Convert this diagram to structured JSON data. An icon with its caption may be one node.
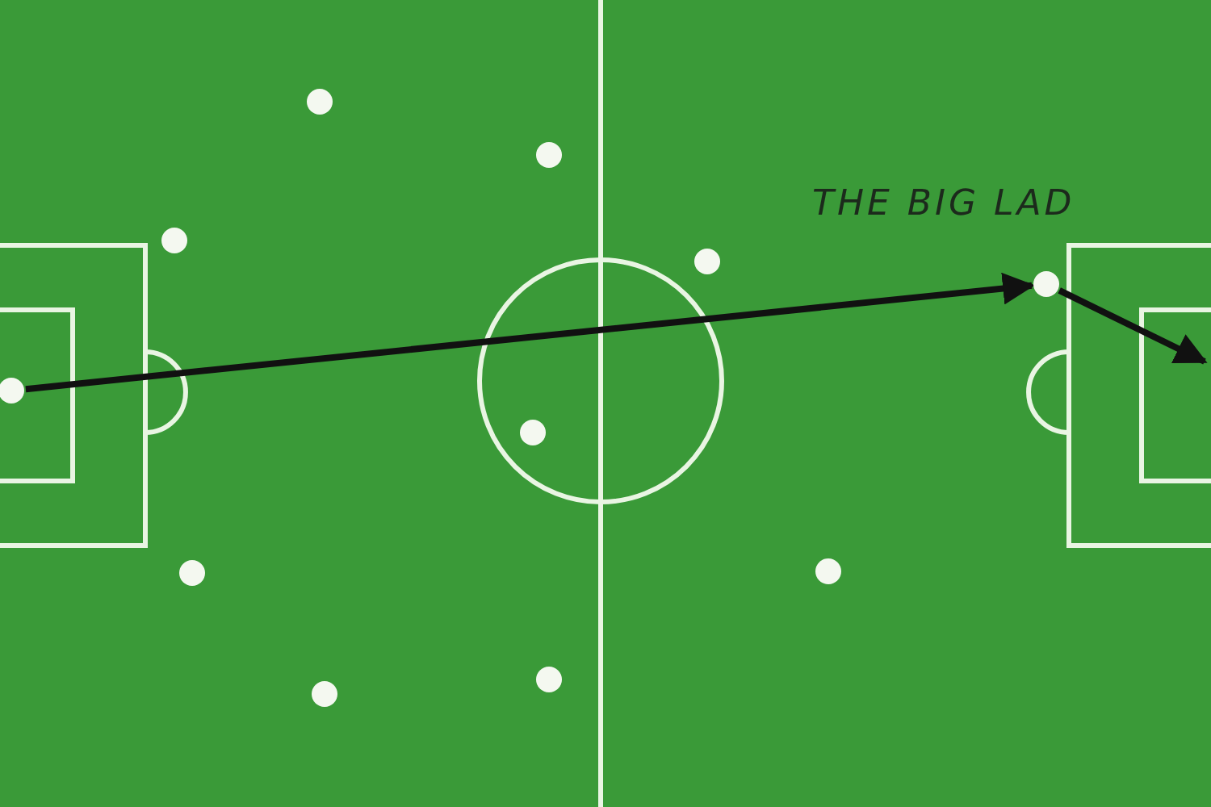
{
  "diagram": {
    "nodes": [
      {
        "text": [],
        "shape": "circle"
      },
      {
        "text": [],
        "shape": "circle"
      },
      {
        "text": [],
        "shape": "circle"
      },
      {
        "text": [],
        "shape": "circle"
      },
      {
        "text": [],
        "shape": "circle"
      },
      {
        "text": [],
        "shape": "circle"
      },
      {
        "text": [],
        "shape": "circle"
      },
      {
        "text": [],
        "shape": "circle"
      },
      {
        "text": [],
        "shape": "circle"
      },
      {
        "text": [],
        "shape": "circle"
      },
      {
        "text": [],
        "shape": "circle",
        "beside": [
          "THE BIG LAD"
        ]
      }
    ],
    "edges": [
      {
        "from": 0,
        "to": 10,
        "arrow": "to"
      },
      {
        "from": 10,
        "to": null,
        "arrow": "to"
      }
    ]
  }
}
